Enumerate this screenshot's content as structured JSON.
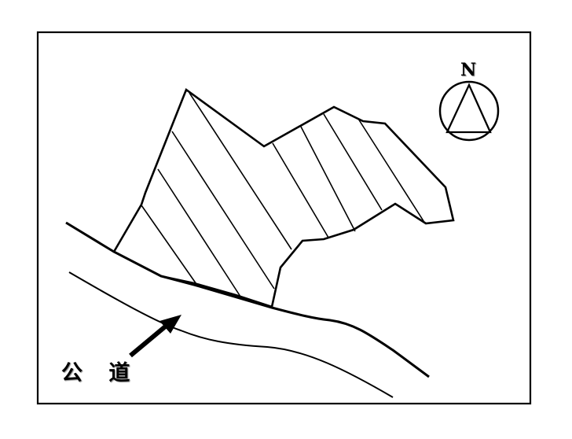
{
  "map": {
    "road_label": "公 道",
    "north_label": "N",
    "colors": {
      "line": "#000000",
      "background": "#ffffff",
      "frame": "#000000"
    },
    "elements": {
      "frame": "rectangular border",
      "parcel": "hatched land parcel",
      "road": "public road (two curved edge lines)",
      "arrow": "arrow pointing to road",
      "compass": "north arrow: circle with triangle"
    }
  }
}
